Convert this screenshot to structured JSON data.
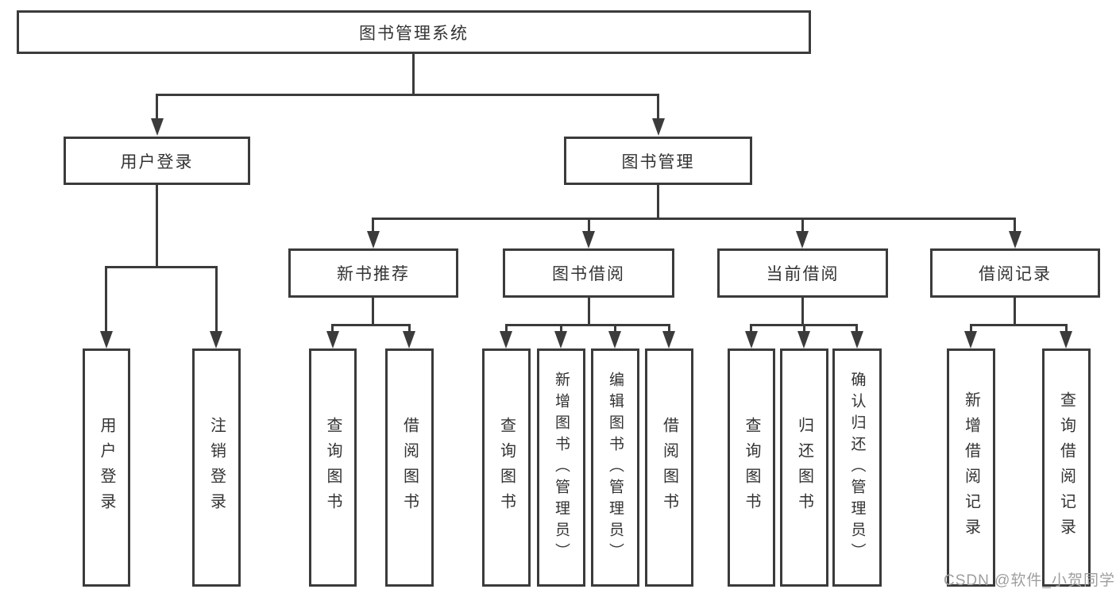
{
  "diagram": {
    "title": "图书管理系统",
    "branches": {
      "user_login": {
        "label": "用户登录",
        "children": [
          "用户登录",
          "注销登录"
        ]
      },
      "book_management": {
        "label": "图书管理",
        "children": [
          {
            "label": "新书推荐",
            "children": [
              "查询图书",
              "借阅图书"
            ]
          },
          {
            "label": "图书借阅",
            "children": [
              "查询图书",
              "新增图书（管理员）",
              "编辑图书（管理员）",
              "借阅图书"
            ]
          },
          {
            "label": "当前借阅",
            "children": [
              "查询图书",
              "归还图书",
              "确认归还（管理员）"
            ]
          },
          {
            "label": "借阅记录",
            "children": [
              "新增借阅记录",
              "查询借阅记录"
            ]
          }
        ]
      }
    },
    "watermark": "CSDN @软件_小贺同学",
    "colors": {
      "line": "#3b3b3b",
      "text": "#333333",
      "watermark": "#9e9e9e",
      "background": "#ffffff"
    }
  }
}
